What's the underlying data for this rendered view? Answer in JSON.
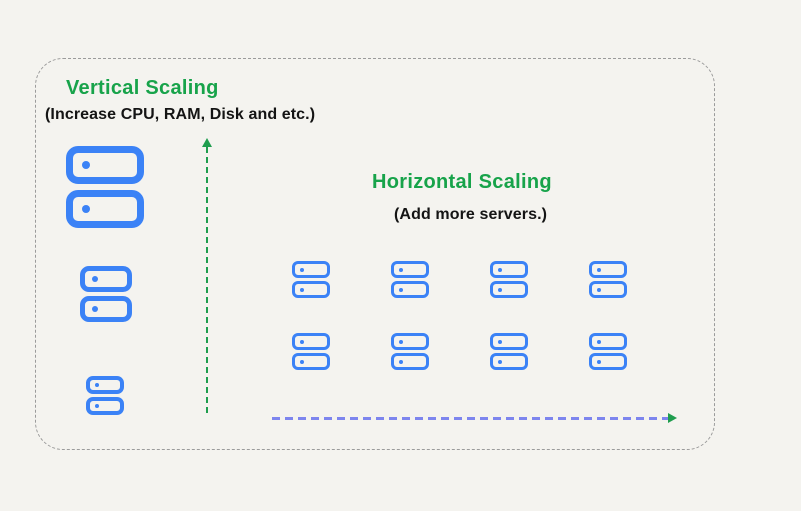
{
  "vertical": {
    "title": "Vertical Scaling",
    "subtitle": "(Increase CPU, RAM, Disk and etc.)",
    "stacks": [
      {
        "size": "large",
        "servers": 2
      },
      {
        "size": "medium",
        "servers": 2
      },
      {
        "size": "small",
        "servers": 2
      }
    ],
    "arrow": {
      "direction": "up",
      "style": "dashed"
    }
  },
  "horizontal": {
    "title": "Horizontal Scaling",
    "subtitle": "(Add more servers.)",
    "grid": {
      "rows": 2,
      "cols": 4,
      "servers_per_stack": 2
    },
    "arrow": {
      "direction": "right",
      "style": "dashed"
    }
  },
  "icons": {
    "server_stack": "server-stack-icon",
    "server_unit": "server-icon",
    "up_arrow": "up-arrow-icon",
    "right_arrow": "right-arrow-icon"
  },
  "colors": {
    "background": "#f4f3ef",
    "server_blue": "#3b82f6",
    "title_green": "#17a34a",
    "arrow_green": "#1f9d4e",
    "arrow_purple": "#7d85ee",
    "frame_gray": "#9b9b9b",
    "text_dark": "#141414"
  }
}
